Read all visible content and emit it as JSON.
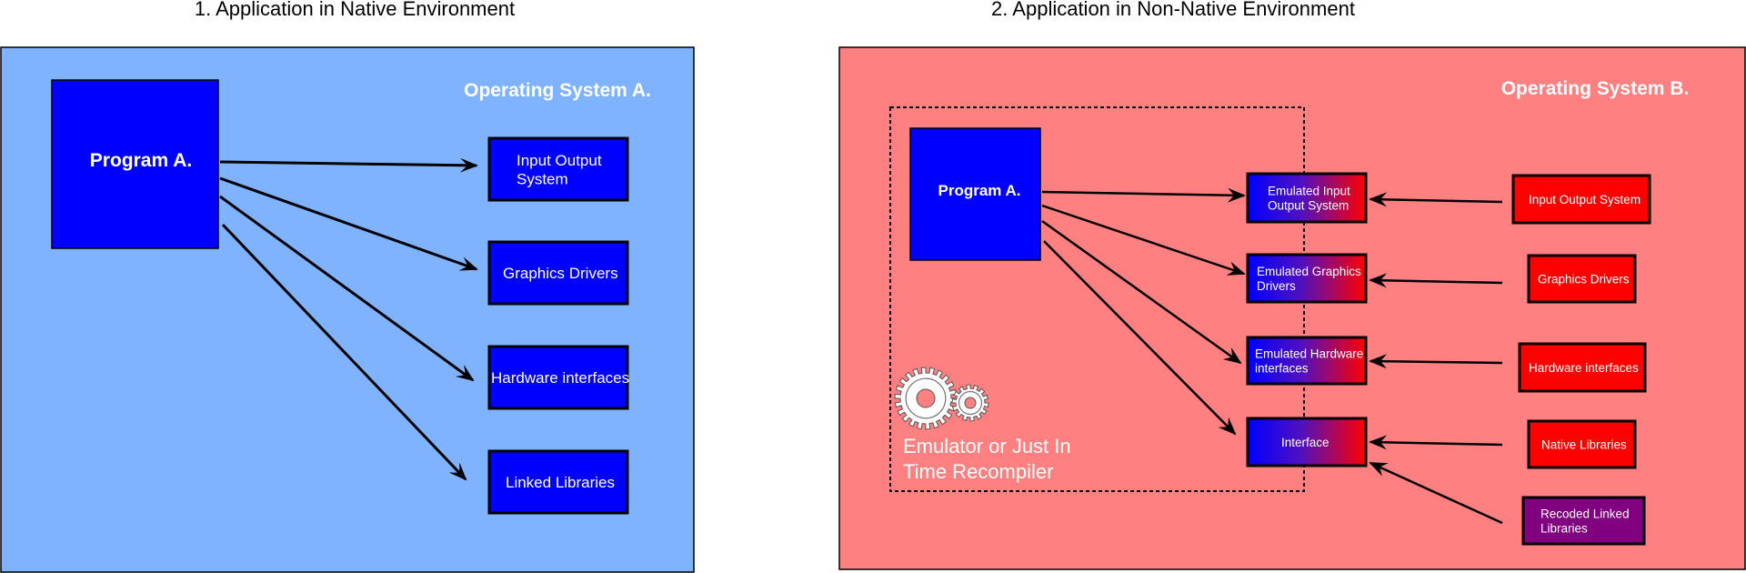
{
  "left_panel": {
    "heading": "1. Application in Native Environment",
    "os_label": "Operating System A.",
    "program_label": "Program A.",
    "boxes": [
      {
        "lines": [
          "Input Output",
          "System"
        ]
      },
      {
        "lines": [
          "Graphics Drivers"
        ]
      },
      {
        "lines": [
          "Hardware interfaces"
        ]
      },
      {
        "lines": [
          "Linked Libraries"
        ]
      }
    ],
    "background_color": "#80b3ff",
    "box_color": "#0000ff"
  },
  "right_panel": {
    "heading": "2. Application in Non-Native Environment",
    "os_label": "Operating System B.",
    "program_label": "Program A.",
    "emulator_label_lines": [
      "Emulator or Just In",
      "Time Recompiler"
    ],
    "emulated_boxes": [
      {
        "lines": [
          "Emulated Input",
          "Output System"
        ]
      },
      {
        "lines": [
          "Emulated Graphics",
          "Drivers"
        ]
      },
      {
        "lines": [
          "Emulated Hardware",
          "interfaces"
        ]
      },
      {
        "lines": [
          "Interface"
        ]
      }
    ],
    "native_boxes": [
      {
        "lines": [
          "Input Output System"
        ],
        "color": "#ff0000"
      },
      {
        "lines": [
          "Graphics Drivers"
        ],
        "color": "#ff0000"
      },
      {
        "lines": [
          "Hardware interfaces"
        ],
        "color": "#ff0000"
      },
      {
        "lines": [
          "Native Libraries"
        ],
        "color": "#ff0000"
      },
      {
        "lines": [
          "Recoded Linked",
          "Libraries"
        ],
        "color": "#800080"
      }
    ],
    "background_color": "#ff8080",
    "gear_icon": "gear-icon"
  }
}
